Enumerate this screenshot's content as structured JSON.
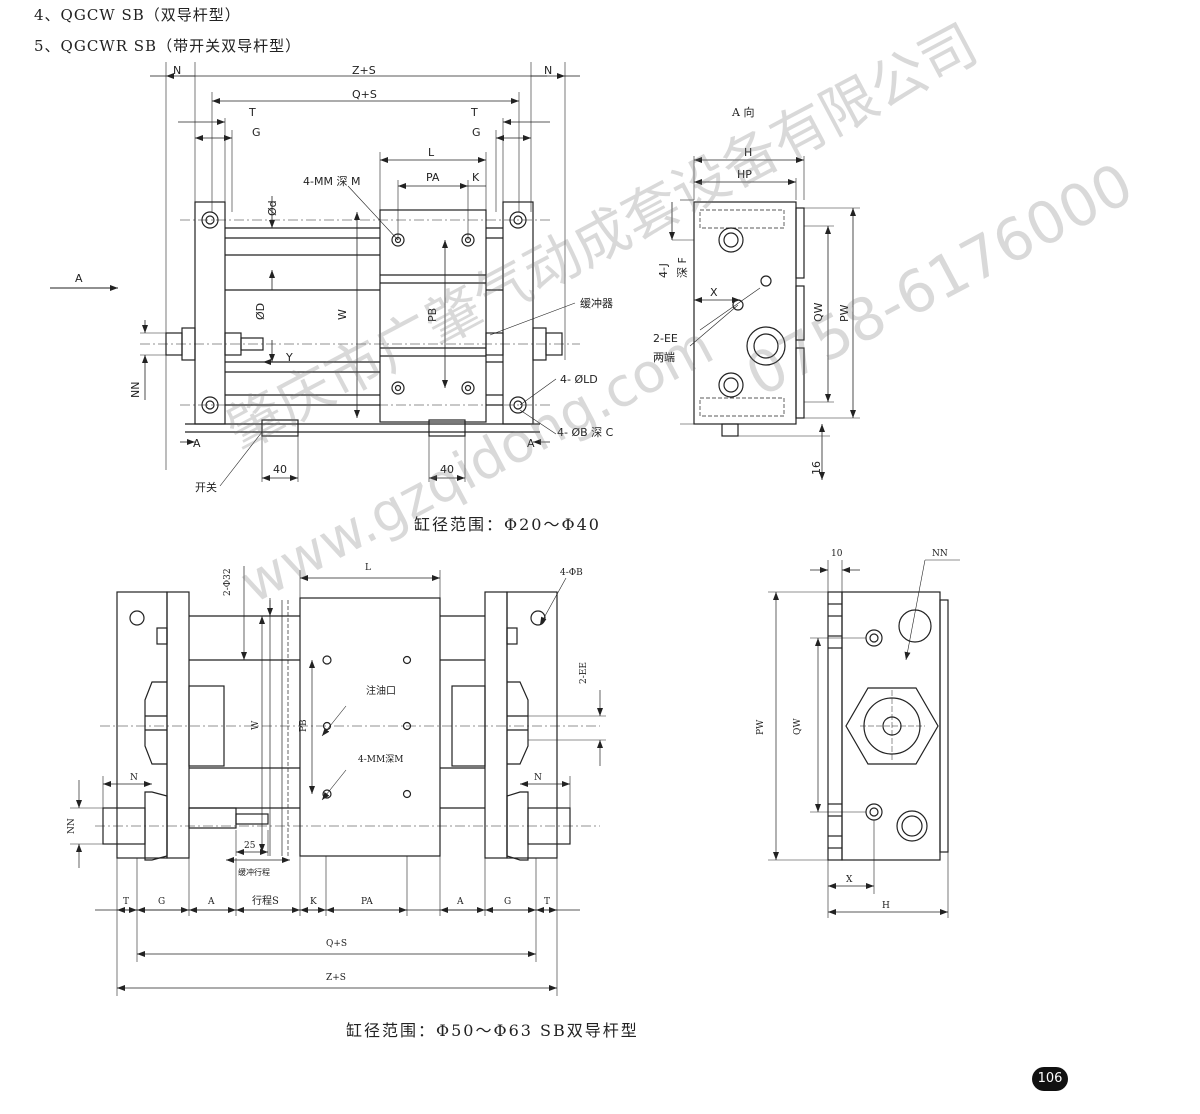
{
  "headings": {
    "line1": "4、QGCW  SB（双导杆型）",
    "line2": "5、QGCWR SB（带开关双导杆型）"
  },
  "captions": {
    "top": "缸径范围：Φ20～Φ40",
    "bottom": "缸径范围：Φ50～Φ63  SB双导杆型"
  },
  "page_number": "106",
  "watermark": {
    "company": "肇庆市广肇气动成套设备有限公司",
    "website": "www.gzqidong.com",
    "phone": "0758-6176000"
  },
  "labels_top": {
    "N_left": "N",
    "ZS": "Z+S",
    "N_right": "N",
    "QS": "Q+S",
    "T_left": "T",
    "T_right": "T",
    "G_left": "G",
    "G_right": "G",
    "L": "L",
    "PA": "PA",
    "K": "K",
    "MM": "4-MM 深 M",
    "d": "Ød",
    "D": "ØD",
    "W": "W",
    "PB": "PB",
    "buffer": "缓冲器",
    "LD": "4- ØLD",
    "B": "4- ØB 深 C",
    "Y": "Y",
    "NN": "NN",
    "A_left": "A",
    "A_right": "A",
    "dim40_left": "40",
    "dim40_right": "40",
    "switch": "开关",
    "arrow_A": "A"
  },
  "labels_view": {
    "title": "A 向",
    "H": "H",
    "HP": "HP",
    "J": "4-J",
    "deep_F": "深 F",
    "X": "X",
    "EE": "2-EE",
    "both_ends": "两端",
    "QW": "QW",
    "PW": "PW",
    "dim16": "16"
  },
  "labels_bottom": {
    "L": "L",
    "phi32": "2-Φ32",
    "B": "4-ΦB",
    "EE": "2-EE",
    "oil": "注油口",
    "MM": "4-MM深M",
    "W": "W",
    "PB": "PB",
    "N_left": "N",
    "N_right": "N",
    "NN": "NN",
    "dim25": "25",
    "buffer_stroke": "缓冲行程",
    "T_left": "T",
    "G_left": "G",
    "A_left": "A",
    "stroke": "行程S",
    "K": "K",
    "PA": "PA",
    "A_right": "A",
    "G_right": "G",
    "T_right": "T",
    "QS": "Q+S",
    "ZS": "Z+S"
  },
  "labels_bottom_view": {
    "dim10": "10",
    "NN": "NN",
    "PW": "PW",
    "QW": "QW",
    "X": "X",
    "H": "H"
  }
}
